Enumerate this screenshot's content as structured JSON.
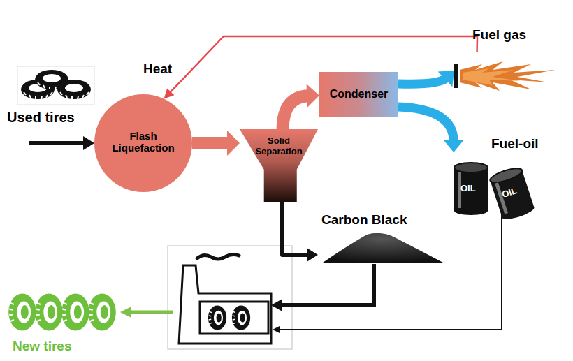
{
  "diagram": {
    "nodes": [
      {
        "text": [
          "Used tires"
        ]
      },
      {
        "text": [
          "Flash Liquefaction"
        ]
      },
      {
        "text": [
          "Solid Separation"
        ]
      },
      {
        "text": [
          "Condenser"
        ]
      },
      {
        "text": [
          "Fuel gas"
        ]
      },
      {
        "text": [
          "Fuel-oil"
        ]
      },
      {
        "text": [
          "Carbon Black"
        ]
      },
      {
        "text": [
          "New tires"
        ]
      }
    ],
    "edges": [
      {
        "from": 0,
        "to": 1,
        "arrow": "to"
      },
      {
        "from": 1,
        "to": 2,
        "arrow": "to"
      },
      {
        "from": 2,
        "to": 3,
        "arrow": "to"
      },
      {
        "from": 3,
        "to": 4,
        "arrow": "to"
      },
      {
        "from": 3,
        "to": 5,
        "arrow": "to"
      },
      {
        "from": 4,
        "to": 1,
        "label": "Heat",
        "arrow": "to"
      },
      {
        "from": 2,
        "to": 6,
        "arrow": "to"
      }
    ],
    "labels": [
      "OIL",
      "OIL"
    ]
  }
}
